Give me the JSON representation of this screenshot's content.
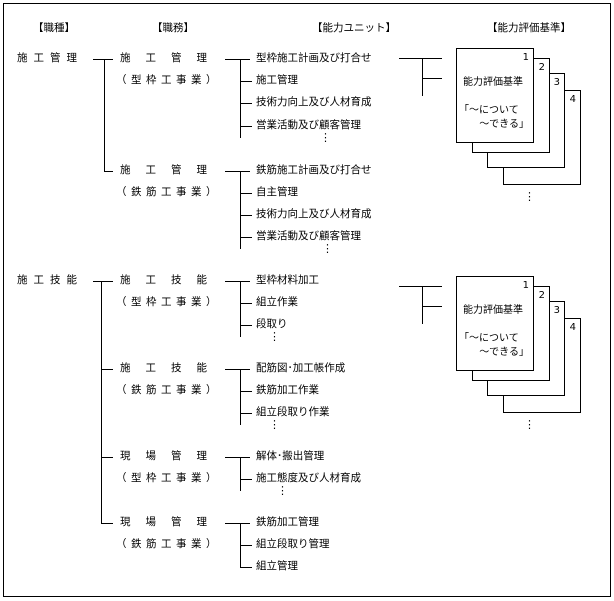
{
  "headers": {
    "job_type": "【職種】",
    "duty": "【職務】",
    "ability_unit": "【能力ユニット】",
    "evaluation_criteria": "【能力評価基準】"
  },
  "groups": [
    {
      "job": "施工管理",
      "duties": [
        {
          "title": "施工管理",
          "sub": "（型枠工事業）",
          "units": [
            "型枠施工計画及び打合せ",
            "施工管理",
            "技術力向上及び人材育成",
            "営業活動及び顧客管理"
          ],
          "more": true
        },
        {
          "title": "施工管理",
          "sub": "（鉄筋工事業）",
          "units": [
            "鉄筋施工計画及び打合せ",
            "自主管理",
            "技術力向上及び人材育成",
            "営業活動及び顧客管理"
          ],
          "more": true
        }
      ]
    },
    {
      "job": "施工技能",
      "duties": [
        {
          "title": "施工技能",
          "sub": "（型枠工事業）",
          "units": [
            "型枠材料加工",
            "組立作業",
            "段取り"
          ],
          "more": true
        },
        {
          "title": "施工技能",
          "sub": "（鉄筋工事業）",
          "units": [
            "配筋図･加工帳作成",
            "鉄筋加工作業",
            "組立段取り作業"
          ],
          "more": true
        },
        {
          "title": "現場管理",
          "sub": "（型枠工事業）",
          "units": [
            "解体･搬出管理",
            "施工態度及び人材育成"
          ],
          "more": true
        },
        {
          "title": "現場管理",
          "sub": "（鉄筋工事業）",
          "units": [
            "鉄筋加工管理",
            "組立段取り管理",
            "組立管理"
          ],
          "more": false
        }
      ]
    }
  ],
  "criteria_card": {
    "numbers": [
      "1",
      "2",
      "3",
      "4"
    ],
    "title": "能力評価基準",
    "line1": "「～について",
    "line2": "～できる」",
    "more": "⋮"
  },
  "ellipsis": "⋮"
}
